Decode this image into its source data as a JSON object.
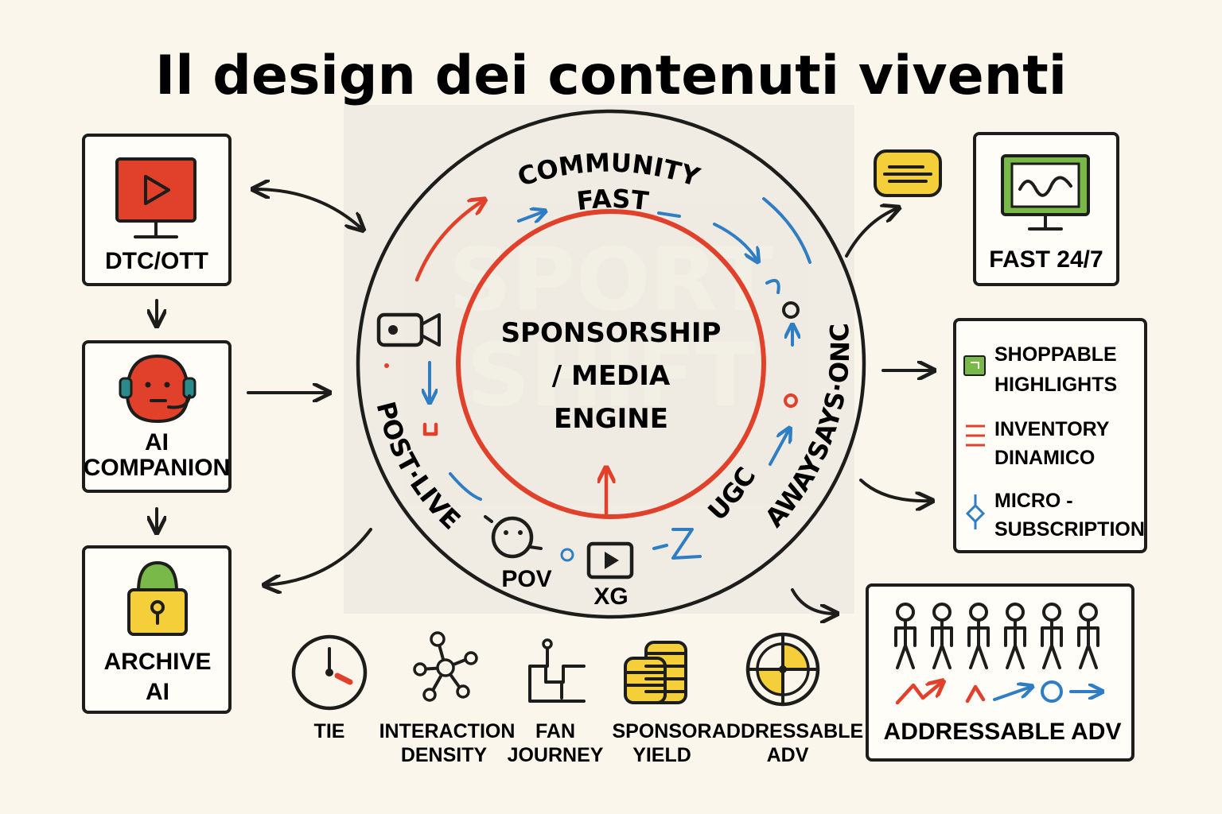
{
  "title": "Il design dei contenuti viventi",
  "colors": {
    "background": "#faf6ec",
    "ink": "#1d1d1b",
    "red": "#e1402a",
    "blue": "#2f7ec4",
    "yellow": "#f4cf3a",
    "green": "#79b94a"
  },
  "left_column": [
    {
      "label_lines": [
        "DTC/OTT"
      ],
      "icon": "play-screen-icon"
    },
    {
      "label_lines": [
        "AI",
        "COMPANION"
      ],
      "icon": "headset-avatar-icon"
    },
    {
      "label_lines": [
        "ARCHIVE",
        "AI"
      ],
      "icon": "padlock-icon"
    }
  ],
  "center": {
    "core_lines": [
      "SPONSORSHIP",
      "/ MEDIA",
      "ENGINE"
    ],
    "ring_labels": {
      "community": "COMMUNITY",
      "fast": "FAST",
      "post_live": "POST·LIVE",
      "ugc": "UGC",
      "always_on": "AWAYSAYS·ONC",
      "pov": "POV",
      "xg": "XG"
    },
    "watermark_lines": [
      "SPORT",
      "SHIFT"
    ]
  },
  "right_column": {
    "fast_box": {
      "label": "FAST 24/7",
      "icon": "monitor-wave-icon"
    },
    "chat_icon": "chat-bubble-icon",
    "list_box": [
      {
        "lines": [
          "SHOPPABLE",
          "HIGHLIGHTS"
        ],
        "icon": "green-tag-icon"
      },
      {
        "lines": [
          "INVENTORY",
          "DINAMICO"
        ],
        "icon": "red-lines-icon"
      },
      {
        "lines": [
          "MICRO -",
          "SUBSCRIPTION"
        ],
        "icon": "blue-diamond-icon"
      }
    ],
    "adv_box": {
      "label": "ADDRESSABLE ADV",
      "people_count_icon": "people-row-icon"
    }
  },
  "metrics": [
    {
      "lines": [
        "TIE"
      ],
      "icon": "clock-icon"
    },
    {
      "lines": [
        "INTERACTION",
        "DENSITY"
      ],
      "icon": "network-icon"
    },
    {
      "lines": [
        "FAN",
        "JOURNEY"
      ],
      "icon": "steps-icon"
    },
    {
      "lines": [
        "SPONSOR",
        "YIELD"
      ],
      "icon": "coins-icon"
    },
    {
      "lines": [
        "ADDRESSABLE",
        "ADV"
      ],
      "icon": "target-icon"
    }
  ]
}
